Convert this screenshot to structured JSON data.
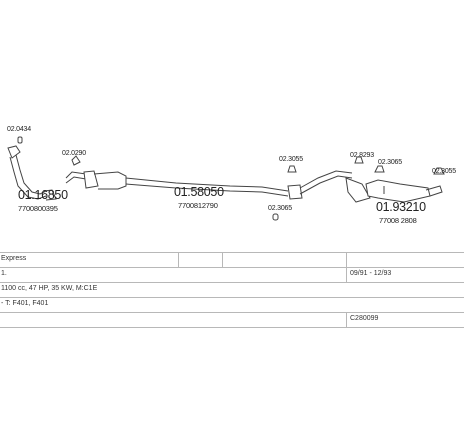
{
  "parts": [
    {
      "id": "p1",
      "number": "01.16850",
      "oem": "7700800395",
      "size": "big"
    },
    {
      "id": "p2",
      "number": "01.58050",
      "oem": "7700812790",
      "size": "big"
    },
    {
      "id": "p3",
      "number": "01.93210",
      "oem": "77008 2808",
      "size": "big"
    },
    {
      "id": "h1",
      "number": "02.0434",
      "size": "small"
    },
    {
      "id": "h2",
      "number": "02.0290",
      "size": "small"
    },
    {
      "id": "h3",
      "number": "02.3055",
      "size": "small"
    },
    {
      "id": "h4",
      "number": "02.3065",
      "size": "small"
    },
    {
      "id": "h5",
      "number": "02.8293",
      "size": "small"
    },
    {
      "id": "h6",
      "number": "02.3065",
      "size": "small"
    },
    {
      "id": "h7",
      "number": "02.3055",
      "size": "small"
    }
  ],
  "info": {
    "model": "Express",
    "version": "1.",
    "date_range": "09/91 - 12/93",
    "engine": "1100 cc, 47 HP, 35 KW, M:C1E",
    "codes": "- T: F401, F401",
    "ref": "C280099"
  }
}
